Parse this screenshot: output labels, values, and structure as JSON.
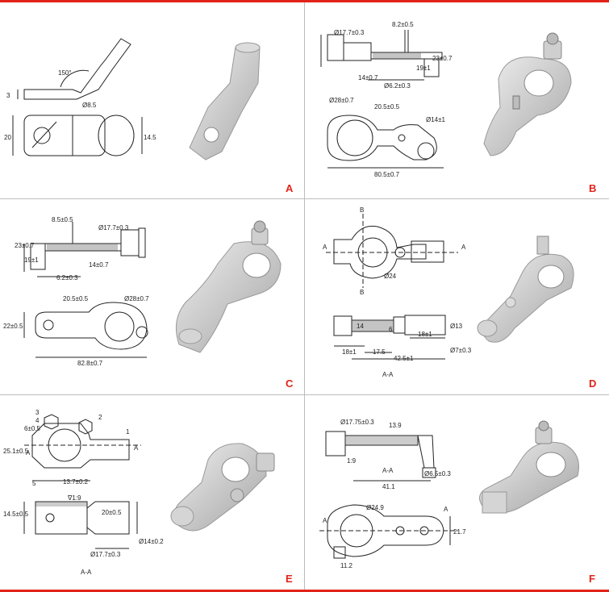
{
  "colors": {
    "accent": "#e2231a",
    "line": "#222222",
    "hatch": "#555555",
    "metal_light": "#e6e6e6",
    "metal_mid": "#c9c9c9",
    "metal_dark": "#9a9a9a"
  },
  "panels": [
    {
      "letter": "A",
      "dims": [
        "150°",
        "3",
        "Ø8.5",
        "20",
        "14.5"
      ]
    },
    {
      "letter": "B",
      "dims": [
        "Ø17.7±0.3",
        "8.2±0.5",
        "14±0.7",
        "19±1",
        "23±0.7",
        "Ø6.2±0.3",
        "Ø28±0.7",
        "20.5±0.5",
        "Ø14±1",
        "80.5±0.7"
      ]
    },
    {
      "letter": "C",
      "dims": [
        "8.5±0.5",
        "Ø17.7±0.3",
        "23±0.7",
        "19±1",
        "6.2±0.3",
        "14±0.7",
        "20.5±0.5",
        "Ø28±0.7",
        "22±0.5",
        "82.8±0.7"
      ]
    },
    {
      "letter": "D",
      "dims": [
        "B",
        "A",
        "A",
        "Ø24",
        "B",
        "14",
        "6",
        "Ø13",
        "18±1",
        "18±1",
        "17.5",
        "42.5±1",
        "Ø7±0.3",
        "A-A"
      ]
    },
    {
      "letter": "E",
      "dims": [
        "3",
        "4",
        "2",
        "1",
        "6±0.5",
        "25.1±0.5",
        "A",
        "A",
        "5",
        "13.7±0.2",
        "∇1:9",
        "20±0.5",
        "14.5±0.5",
        "Ø17.7±0.3",
        "Ø14±0.2",
        "A-A"
      ]
    },
    {
      "letter": "F",
      "dims": [
        "Ø17.75±0.3",
        "13.9",
        "1:9",
        "A-A",
        "Ø6.5±0.3",
        "41.1",
        "Ø24.9",
        "A",
        "A",
        "21.7",
        "11.2"
      ]
    }
  ]
}
